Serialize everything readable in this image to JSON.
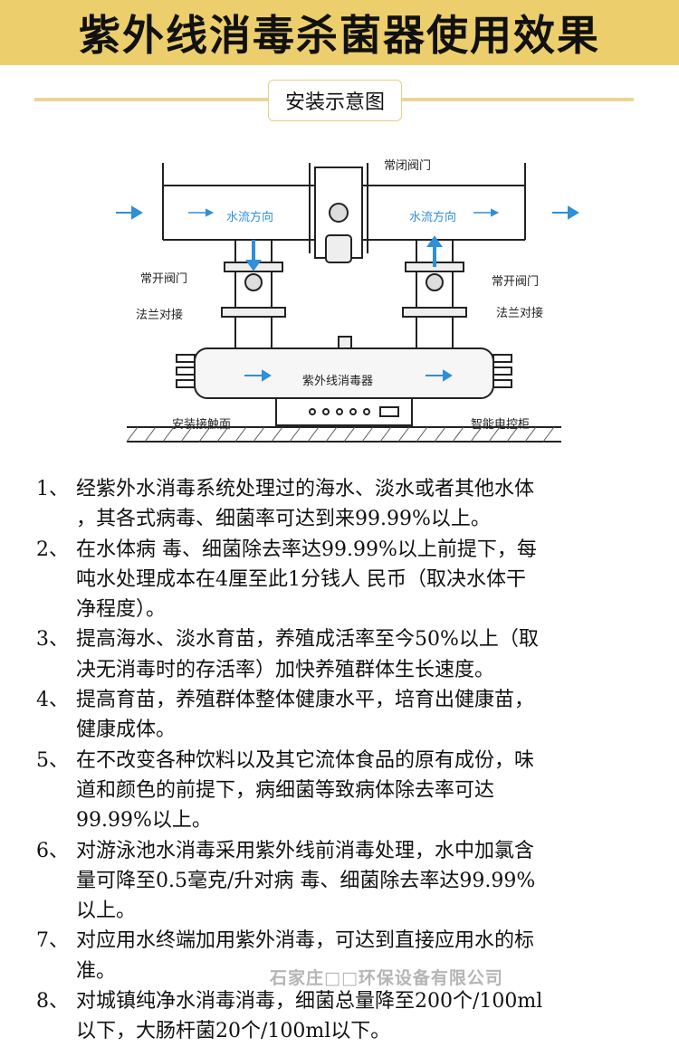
{
  "title": "紫外线消毒杀菌器使用效果",
  "section_badge": "安装示意图",
  "diagram": {
    "labels": {
      "normally_closed_valve": "常闭阀门",
      "flow_direction_left": "水流方向",
      "flow_direction_right": "水流方向",
      "normally_open_valve_left": "常开阀门",
      "normally_open_valve_right": "常开阀门",
      "flange_left": "法兰对接",
      "flange_right": "法兰对接",
      "uv_sterilizer": "紫外线消毒器",
      "install_surface": "安装接触面",
      "control_cabinet": "智能电控柜"
    },
    "colors": {
      "flow": "#2f8fd8"
    }
  },
  "items": [
    {
      "num": "1、",
      "lines": [
        "经紫外水消毒系统处理过的海水、淡水或者其他水体",
        "，其各式病毒、细菌率可达到来99.99%以上。"
      ]
    },
    {
      "num": "2、",
      "lines": [
        "在水体病 毒、细菌除去率达99.99%以上前提下，每",
        "吨水处理成本在4厘至此1分钱人 民币（取决水体干",
        "净程度）。"
      ]
    },
    {
      "num": "3、",
      "lines": [
        "提高海水、淡水育苗，养殖成活率至今50%以上（取",
        "决无消毒时的存活率）加快养殖群体生长速度。"
      ]
    },
    {
      "num": "4、",
      "lines": [
        "提高育苗，养殖群体整体健康水平，培育出健康苗，",
        "健康成体。"
      ]
    },
    {
      "num": "5、",
      "lines": [
        "在不改变各种饮料以及其它流体食品的原有成份，味",
        "道和颜色的前提下，病细菌等致病体除去率可达",
        "99.99%以上。"
      ]
    },
    {
      "num": "6、",
      "lines": [
        "对游泳池水消毒采用紫外线前消毒处理，水中加氯含",
        "量可降至0.5毫克/升对病 毒、细菌除去率达99.99%",
        "以上。"
      ]
    },
    {
      "num": "7、",
      "lines": [
        "对应用水终端加用紫外消毒，可达到直接应用水的标",
        "准。"
      ]
    },
    {
      "num": "8、",
      "lines": [
        "对城镇纯净水消毒消毒，细菌总量降至200个/100ml",
        "以下，大肠杆菌20个/100ml以下。"
      ]
    }
  ],
  "watermark": "石家庄□□环保设备有限公司"
}
